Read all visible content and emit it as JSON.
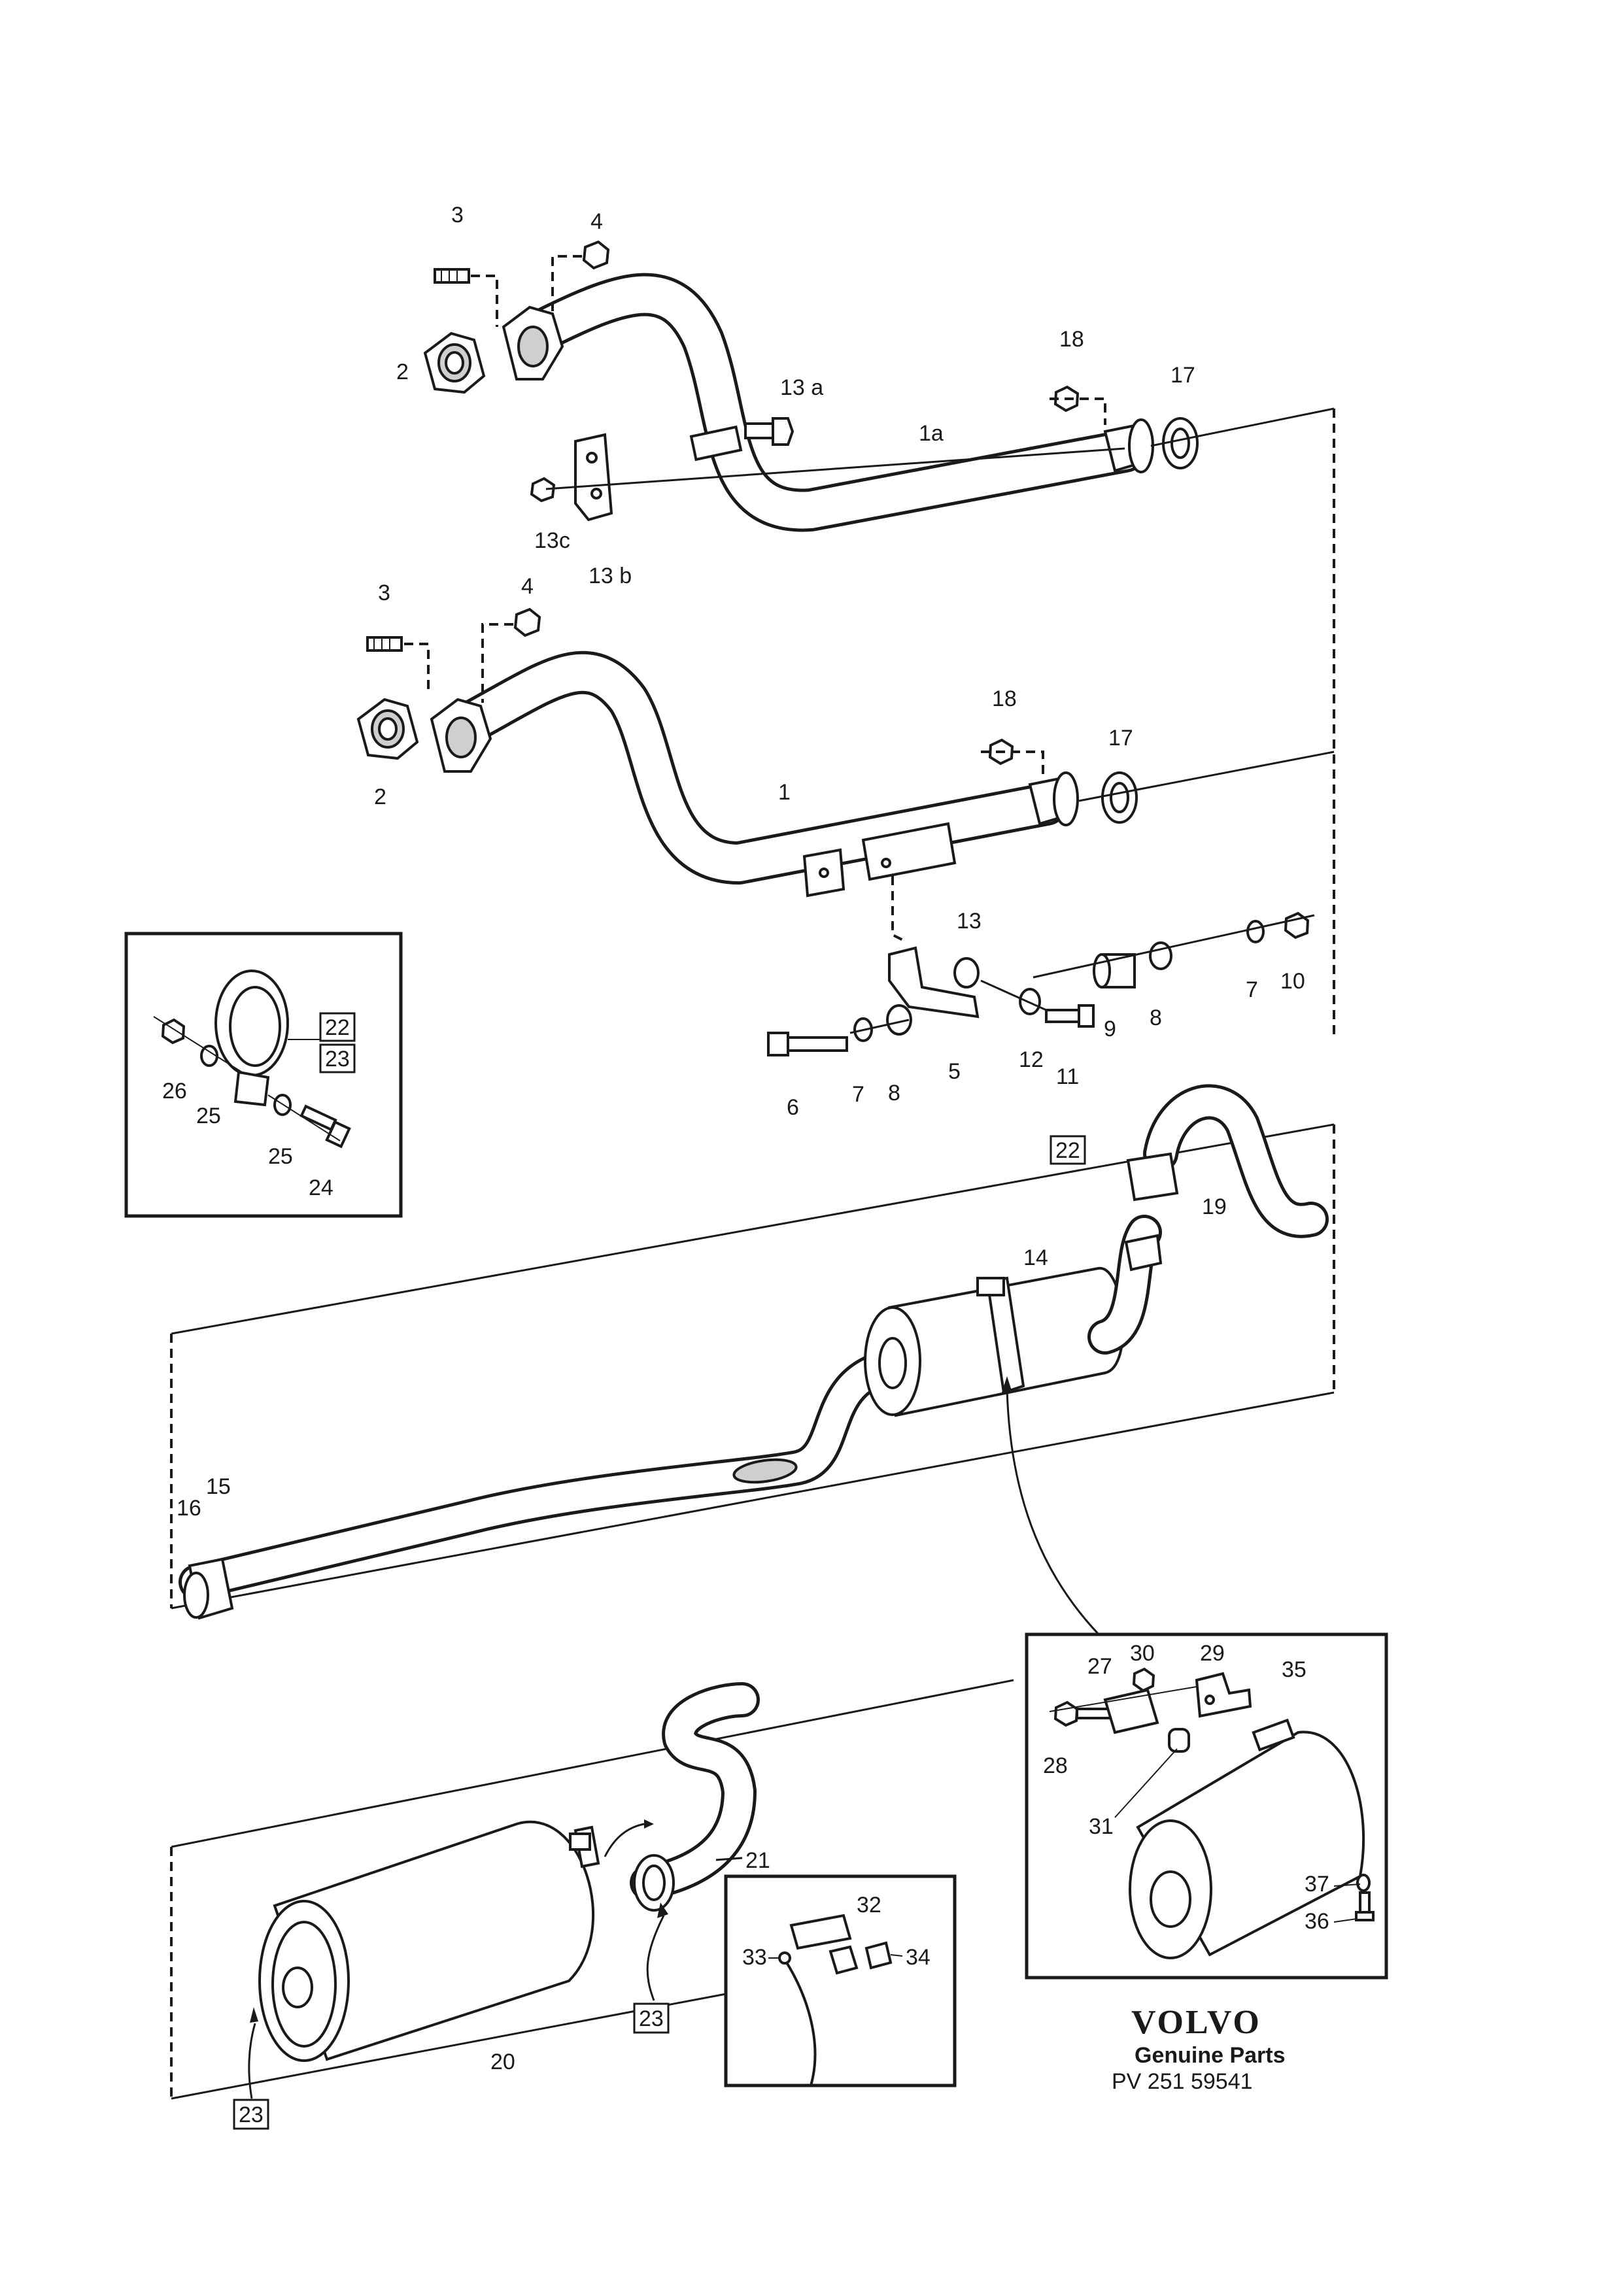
{
  "brand": {
    "logo": "VOLVO",
    "tagline": "Genuine Parts",
    "part_number": "PV 251 59541"
  },
  "callouts": {
    "c1": "1",
    "c1a": "1a",
    "c2_top": "2",
    "c2_mid": "2",
    "c3_top": "3",
    "c3_mid": "3",
    "c4_top": "4",
    "c4_mid": "4",
    "c5": "5",
    "c6": "6",
    "c7_left": "7",
    "c7_right": "7",
    "c8_left": "8",
    "c8_right": "8",
    "c9": "9",
    "c10": "10",
    "c11": "11",
    "c12": "12",
    "c13": "13",
    "c13a": "13 a",
    "c13b": "13 b",
    "c13c": "13c",
    "c14": "14",
    "c15": "15",
    "c16": "16",
    "c17_top": "17",
    "c17_mid": "17",
    "c18_top": "18",
    "c18_mid": "18",
    "c19": "19",
    "c20": "20",
    "c21": "21",
    "c24": "24",
    "c25_a": "25",
    "c25_b": "25",
    "c26": "26",
    "c27": "27",
    "c28": "28",
    "c29": "29",
    "c30": "30",
    "c31": "31",
    "c32": "32",
    "c33": "33",
    "c34": "34",
    "c35": "35",
    "c36": "36",
    "c37": "37"
  },
  "boxed_refs": {
    "b22_inset": "22",
    "b23_inset": "23",
    "b22_main": "22",
    "b23_mid": "23",
    "b23_bottom": "23"
  }
}
